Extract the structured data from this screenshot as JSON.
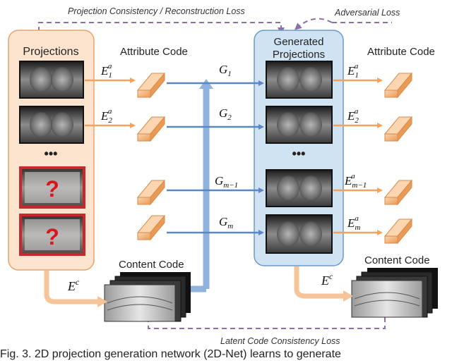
{
  "loss_labels": {
    "projection_consistency": "Projection Consistency / Reconstruction Loss",
    "adversarial": "Adversarial Loss",
    "latent_consistency": "Latent Code Consistency Loss"
  },
  "left_panel": {
    "title": "Projections",
    "ellipsis": "•••",
    "missing_mark": "?"
  },
  "right_panel": {
    "title_line1": "Generated",
    "title_line2": "Projections",
    "ellipsis": "•••"
  },
  "attribute_code_label": "Attribute Code",
  "content_code_label": "Content Code",
  "encoders": {
    "left": [
      {
        "base": "E",
        "sub": "1",
        "sup": "a"
      },
      {
        "base": "E",
        "sub": "2",
        "sup": "a"
      }
    ],
    "right": [
      {
        "base": "E",
        "sub": "1",
        "sup": "a"
      },
      {
        "base": "E",
        "sub": "2",
        "sup": "a"
      },
      {
        "base": "E",
        "sub": "m−1",
        "sup": "a"
      },
      {
        "base": "E",
        "sub": "m",
        "sup": "a"
      }
    ],
    "content": {
      "base": "E",
      "sup": "c"
    }
  },
  "generators": [
    {
      "base": "G",
      "sub": "1"
    },
    {
      "base": "G",
      "sub": "2"
    },
    {
      "base": "G",
      "sub": "m−1"
    },
    {
      "base": "G",
      "sub": "m"
    }
  ],
  "caption": "Fig. 3. 2D projection generation network (2D-Net) learns to generate",
  "colors": {
    "panel_left_fill": "#fde4cf",
    "panel_left_stroke": "#e8a36a",
    "panel_right_fill": "#cfe3f2",
    "panel_right_stroke": "#6b9ac4",
    "orange_arrow": "#f2a35e",
    "blue_arrow": "#5b88c4",
    "dashed": "#8a6fa8",
    "missing_border": "#c0151b",
    "missing_mark": "#d9161c"
  }
}
